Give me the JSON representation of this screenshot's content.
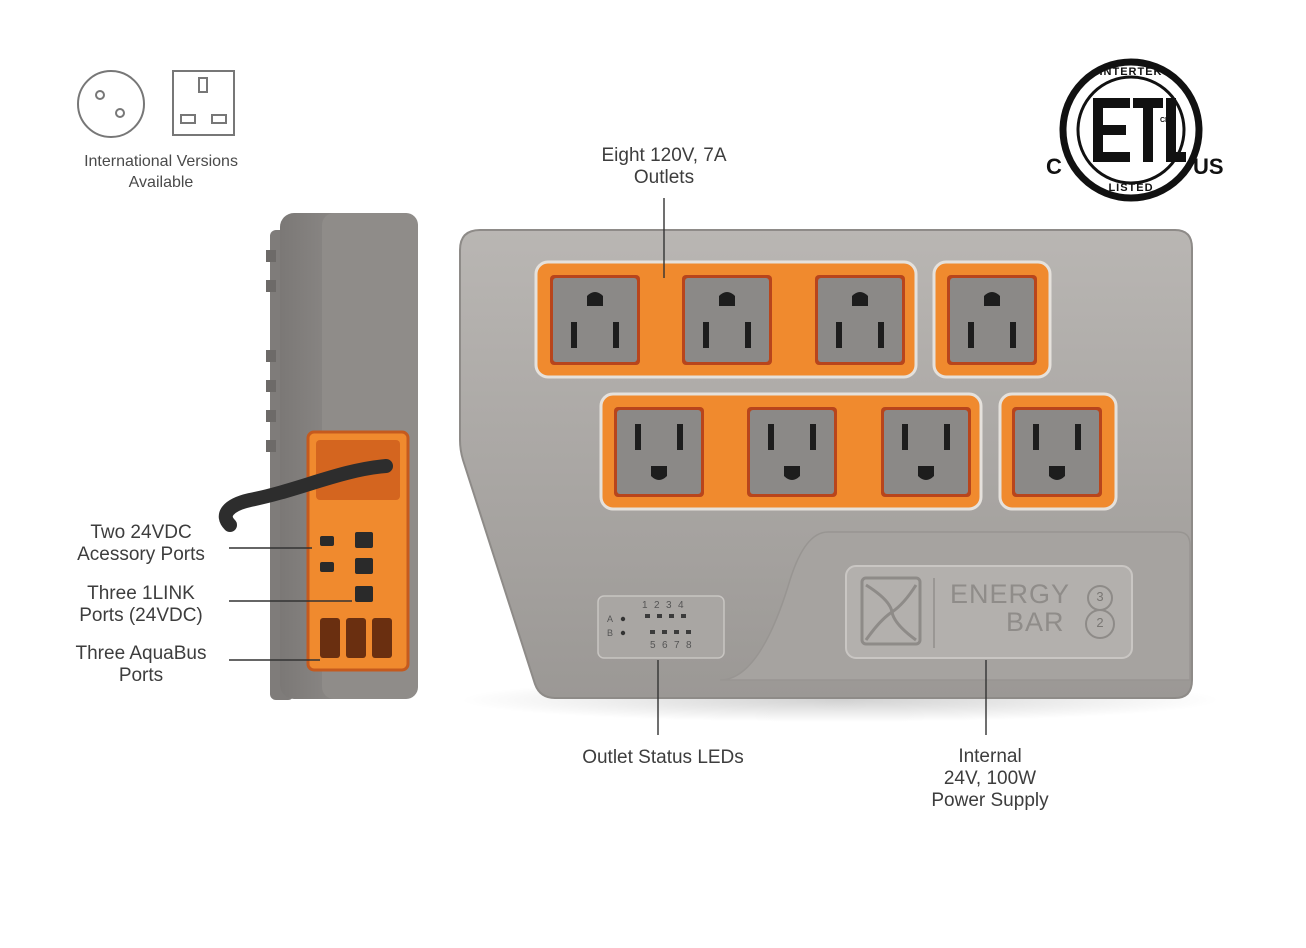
{
  "intl": {
    "line1": "International Versions",
    "line2": "Available",
    "icons": [
      "round-plug-icon",
      "uk-plug-icon"
    ]
  },
  "cert": {
    "mark": "ETL",
    "top_text": "INTERTEK",
    "bottom_text": "LISTED",
    "cm": "CM",
    "left": "C",
    "right": "US"
  },
  "callouts": {
    "outlets": {
      "line1": "Eight 120V, 7A",
      "line2": "Outlets"
    },
    "accessory": {
      "line1": "Two 24VDC",
      "line2": "Acessory Ports"
    },
    "onelink": {
      "line1": "Three 1LINK",
      "line2": "Ports (24VDC)"
    },
    "aquabus": {
      "line1": "Three AquaBus",
      "line2": "Ports"
    },
    "leds": {
      "line1": "Outlet Status LEDs"
    },
    "psu": {
      "line1": "Internal",
      "line2": "24V, 100W",
      "line3": "Power Supply"
    }
  },
  "device": {
    "brand_line1": "ENERGY",
    "brand_line2": "BAR",
    "model_top": "3",
    "model_bottom": "2",
    "led_rows": [
      "A",
      "B"
    ],
    "led_top_numbers": [
      "1",
      "2",
      "3",
      "4"
    ],
    "led_bottom_numbers": [
      "5",
      "6",
      "7",
      "8"
    ]
  },
  "colors": {
    "orange": "#f08a2e",
    "orange_dark": "#c24a1a",
    "body_gray": "#a8a5a2",
    "socket_gray": "#8a8886",
    "text": "#3d3d3d"
  }
}
